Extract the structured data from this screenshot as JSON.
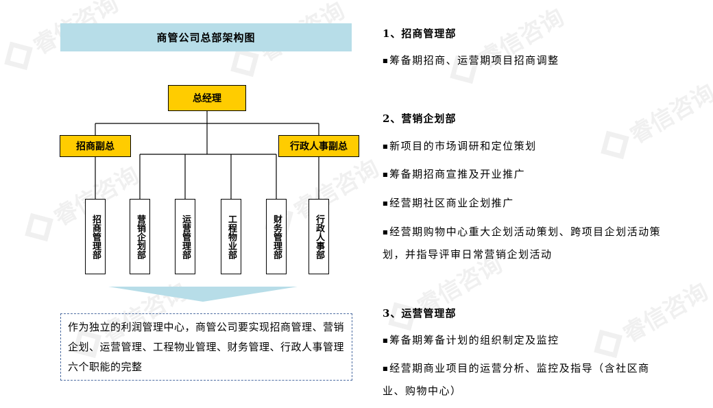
{
  "diagram": {
    "title": "商管公司总部架构图",
    "root": "总经理",
    "deputies": [
      "招商副总",
      "行政人事副总"
    ],
    "departments": [
      "招商管理部",
      "营销企划部",
      "运营管理部",
      "工程物业部",
      "财务管理部",
      "行政人事部"
    ],
    "summary": "作为独立的利润管理中心，商管公司要实现招商管理、营销企划、运营管理、工程物业管理、财务管理、行政人事管理六个职能的完整"
  },
  "sections": [
    {
      "title": "1、招商管理部",
      "items": [
        "筹备期招商、运营期项目招商调整"
      ]
    },
    {
      "title": "2、营销企划部",
      "items": [
        "新项目的市场调研和定位策划",
        "筹备期招商宣推及开业推广",
        "经营期社区商业企划推广",
        "经营期购物中心重大企划活动策划、跨项目企划活动策划，并指导评审日常营销企划活动"
      ]
    },
    {
      "title": "3、运营管理部",
      "items": [
        "筹备期筹备计划的组织制定及监控",
        "经营期商业项目的运营分析、监控及指导（含社区商业、购物中心）"
      ]
    }
  ],
  "watermark": "睿信咨询",
  "colors": {
    "title_bg": "#b7dde8",
    "highlight": "#ffcc00",
    "arrow": "#b7dde8",
    "dashed_border": "#4a6aa0"
  }
}
